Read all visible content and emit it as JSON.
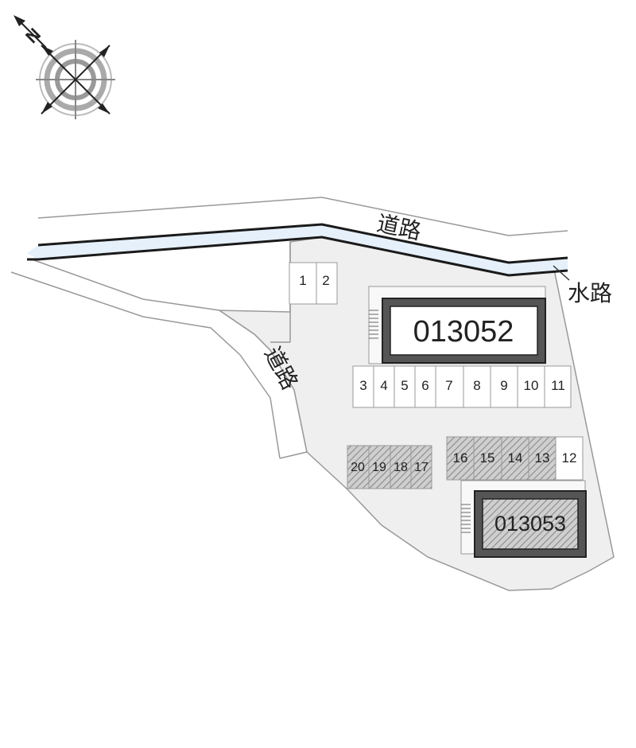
{
  "map": {
    "colors": {
      "site_fill": "#efefef",
      "outline": "#888888",
      "waterway": "#e6f0fb",
      "waterway_edge": "#1a1a1a",
      "building_frame": "#555555",
      "hatch": "#9a9a9a"
    },
    "compass": {
      "north_label": "N",
      "icon": "compass-rose-icon"
    },
    "labels": {
      "road_top": "道路",
      "road_left": "道路",
      "waterway": "水路"
    },
    "buildings": [
      {
        "id": "013052",
        "hatched": false
      },
      {
        "id": "013053",
        "hatched": true
      }
    ],
    "parking": {
      "north_pair": [
        "1",
        "2"
      ],
      "middle_row": [
        "3",
        "4",
        "5",
        "6",
        "7",
        "8",
        "9",
        "10",
        "11"
      ],
      "right_row": [
        {
          "num": "16",
          "hatched": true
        },
        {
          "num": "15",
          "hatched": true
        },
        {
          "num": "14",
          "hatched": true
        },
        {
          "num": "13",
          "hatched": true
        },
        {
          "num": "12",
          "hatched": false
        }
      ],
      "left_row": [
        {
          "num": "20",
          "hatched": true
        },
        {
          "num": "19",
          "hatched": true
        },
        {
          "num": "18",
          "hatched": true
        },
        {
          "num": "17",
          "hatched": true
        }
      ]
    }
  }
}
